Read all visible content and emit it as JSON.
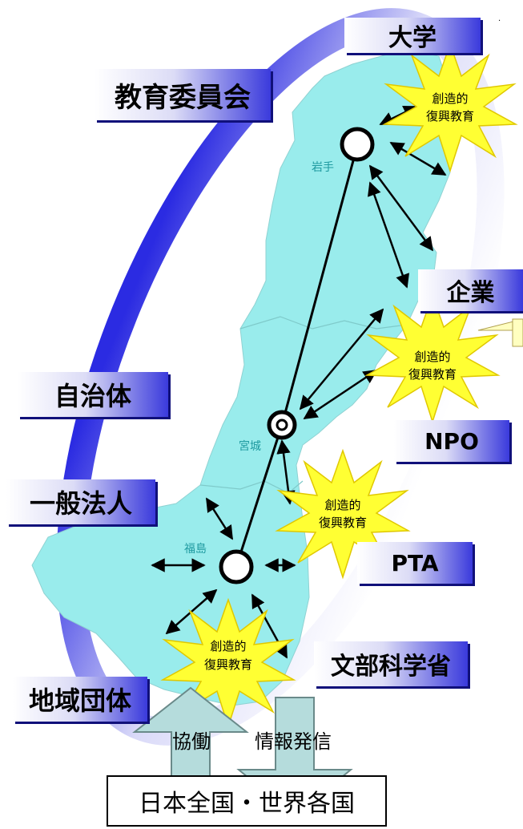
{
  "stakeholders": {
    "university": "大学",
    "education_board": "教育委員会",
    "companies": "企業",
    "municipality": "自治体",
    "npo": "NPO",
    "general_corporation": "一般法人",
    "pta": "PTA",
    "mext": "文部科学省",
    "local_groups": "地域団体"
  },
  "prefectures": {
    "iwate": "岩手",
    "miyagi": "宮城",
    "fukushima": "福島"
  },
  "burst_label": "創造的\n復興教育",
  "flows": {
    "collaboration": "協働",
    "information": "情報発信"
  },
  "footer": "日本全国・世界各国",
  "colors": {
    "region_fill": "#99ecec",
    "label_gradient_dark": "#3a3adc",
    "burst_fill": "#ffff33",
    "burst_stroke": "#e0c800",
    "node_stroke": "#000000",
    "flow_arrow_fill": "#b5dcdc"
  }
}
